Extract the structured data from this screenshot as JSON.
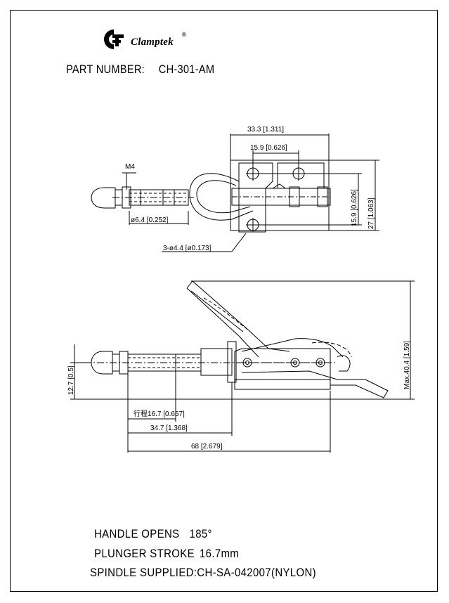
{
  "brand": {
    "name": "Clamptek",
    "registered_mark": "®"
  },
  "part_number": {
    "label": "PART NUMBER:",
    "value": "CH-301-AM"
  },
  "top_view": {
    "dims": {
      "overall_width": "33.3 [1.311]",
      "hole_pitch_x": "15.9 [0.626]",
      "thread": "M4",
      "plunger_dia": "ø6.4 [0.252]",
      "mount_holes": "3-ø4.4 [ø0.173]",
      "hole_pitch_y": "15.9 [0.626]",
      "base_depth": "27 [1.063]"
    }
  },
  "side_view": {
    "dims": {
      "spindle_height": "12.7 [0.5]",
      "max_height": "Max.40.4 [1.59]",
      "stroke": "行程16.7 [0.657]",
      "plunger_len": "34.7 [1.368]",
      "overall_len": "68 [2.679]"
    }
  },
  "notes": {
    "handle_label": "HANDLE OPENS",
    "handle_value": "185°",
    "plunger_label": "PLUNGER STROKE",
    "plunger_value": "16.7mm",
    "spindle": "SPINDLE SUPPLIED:CH-SA-042007(NYLON)"
  },
  "colors": {
    "line": "#000000",
    "background": "#ffffff"
  }
}
